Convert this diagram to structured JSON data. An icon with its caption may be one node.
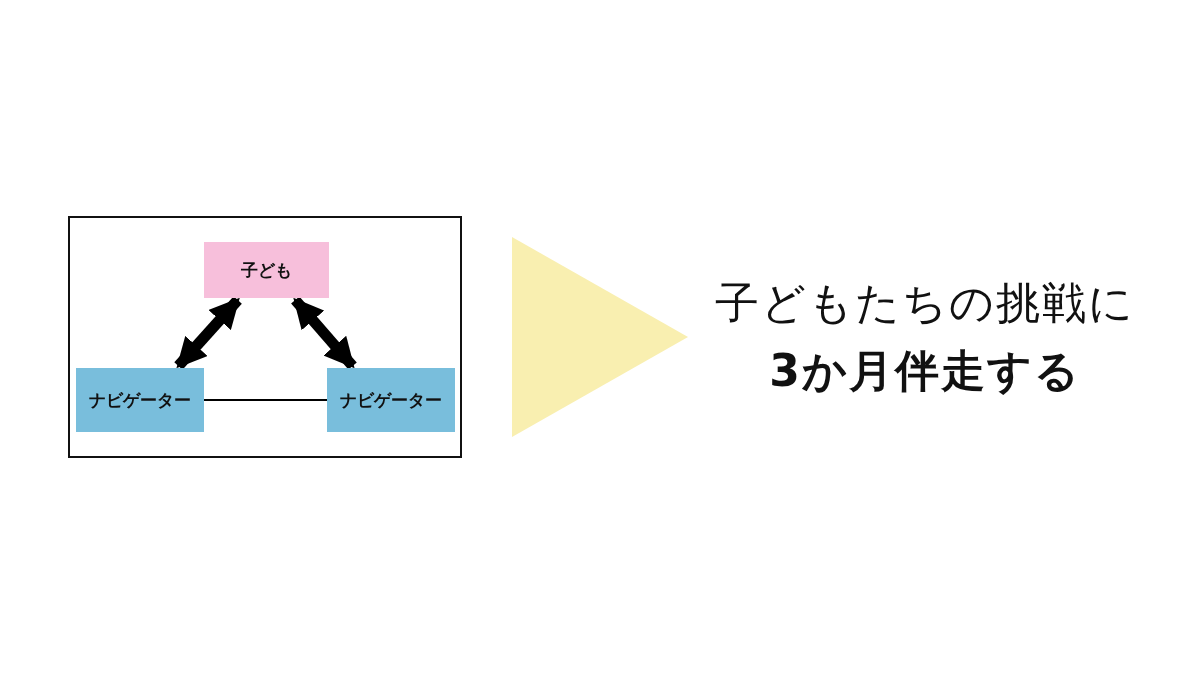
{
  "diagram": {
    "nodes": [
      {
        "text": [],
        "shape": "box"
      },
      {
        "text": [
          "子ども"
        ],
        "in": 0
      },
      {
        "text": [
          "ナビゲーター"
        ],
        "in": 0
      },
      {
        "text": [
          "ナビゲーター"
        ],
        "in": 0
      },
      {
        "text": [
          "子どもたちの挑戦に**3か月伴走する**"
        ]
      }
    ],
    "edges": [
      {
        "from": 1,
        "to": 2,
        "arrow": "both"
      },
      {
        "from": 1,
        "to": 3,
        "arrow": "both"
      },
      {
        "from": 2,
        "to": 3,
        "arrow": "none"
      },
      {
        "from": 0,
        "to": 4,
        "arrow": "to",
        "style": "thick",
        "color": "#f9efb0"
      }
    ]
  }
}
